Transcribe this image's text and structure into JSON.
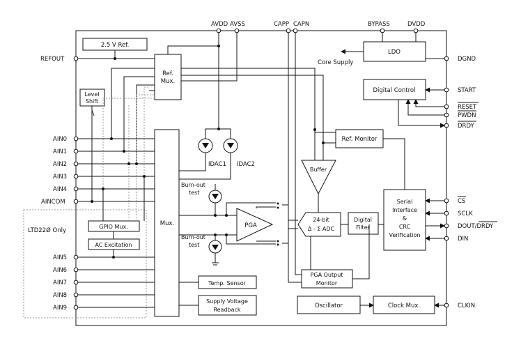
{
  "pins_top": {
    "avdd": "AVDD",
    "avss": "AVSS",
    "capp": "CAPP",
    "capn": "CAPN",
    "bypass": "BYPASS",
    "dvdd": "DVDD"
  },
  "pins_left": {
    "refout": "REFOUT",
    "ain": [
      "AIN0",
      "AIN1",
      "AIN2",
      "AIN3",
      "AIN4",
      "AINCOM"
    ],
    "ain_ext": [
      "AIN5",
      "AIN6",
      "AIN7",
      "AIN8",
      "AIN9"
    ]
  },
  "pins_right": {
    "dgnd": "DGND",
    "start": "START",
    "reset": "RESET",
    "pwdn": "PWDN",
    "drdy": "DRDY",
    "cs": "CS",
    "sclk": "SCLK",
    "dout": "DOUT/",
    "dout_drdy": "DRDY",
    "din": "DIN",
    "clkin": "CLKIN"
  },
  "blocks": {
    "ref25": "2.5 V Ref.",
    "level_shift": [
      "Level",
      "Shift"
    ],
    "ref_mux": [
      "Ref.",
      "Mux."
    ],
    "ldo": "LDO",
    "core_supply": "Core Supply",
    "digital_control": "Digital Control",
    "idac1": "IDAC1",
    "idac2": "IDAC2",
    "ref_monitor": "Ref. Monitor",
    "buffer": "Buffer",
    "mux": "Mux.",
    "burnout": [
      "Burn-out",
      "test"
    ],
    "pga": "PGA",
    "adc": [
      "24-bit",
      "Δ - Σ ADC"
    ],
    "digital_filter": [
      "Digital",
      "Filter"
    ],
    "serial": [
      "Serial",
      "Interface",
      "&",
      "CRC",
      "Verification"
    ],
    "ltd_only": "LTD22Ø Only",
    "gpio_mux": "GPIO Mux.",
    "ac_excitation": "AC Excitation",
    "pga_output_monitor": [
      "PGA Output",
      "Monitor"
    ],
    "temp_sensor": "Temp. Sensor",
    "supply_readback": [
      "Supply Voltage",
      "Readback"
    ],
    "oscillator": "Oscillator",
    "clock_mux": "Clock Mux."
  }
}
